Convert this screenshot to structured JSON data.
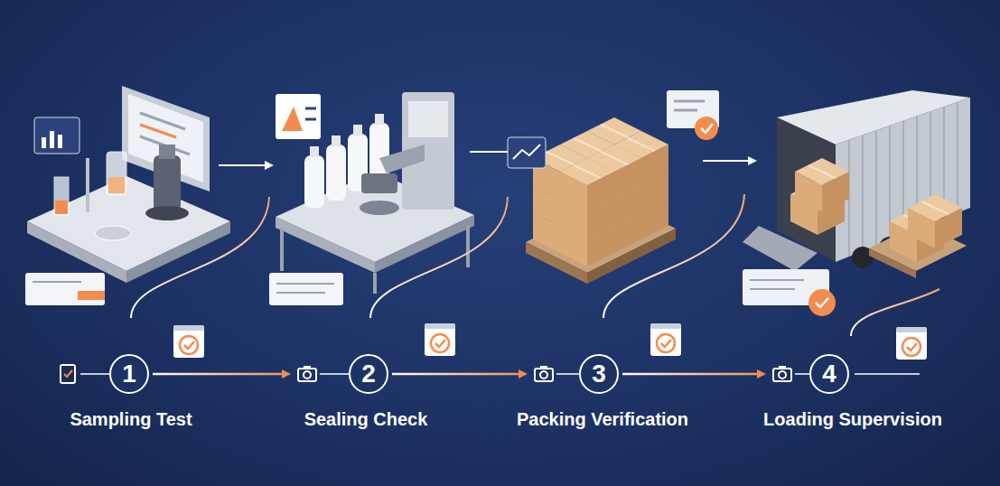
{
  "diagram": {
    "nodes": [
      {
        "text": [
          "1",
          "Sampling Test"
        ]
      },
      {
        "text": [
          "2",
          "Sealing Check"
        ]
      },
      {
        "text": [
          "3",
          "Packing Verification"
        ]
      },
      {
        "text": [
          "4",
          "Loading Supervision"
        ]
      }
    ],
    "edges": [
      {
        "from": 0,
        "to": 1,
        "arrow": "to"
      },
      {
        "from": 1,
        "to": 2,
        "arrow": "to"
      },
      {
        "from": 2,
        "to": 3,
        "arrow": "to"
      }
    ]
  }
}
